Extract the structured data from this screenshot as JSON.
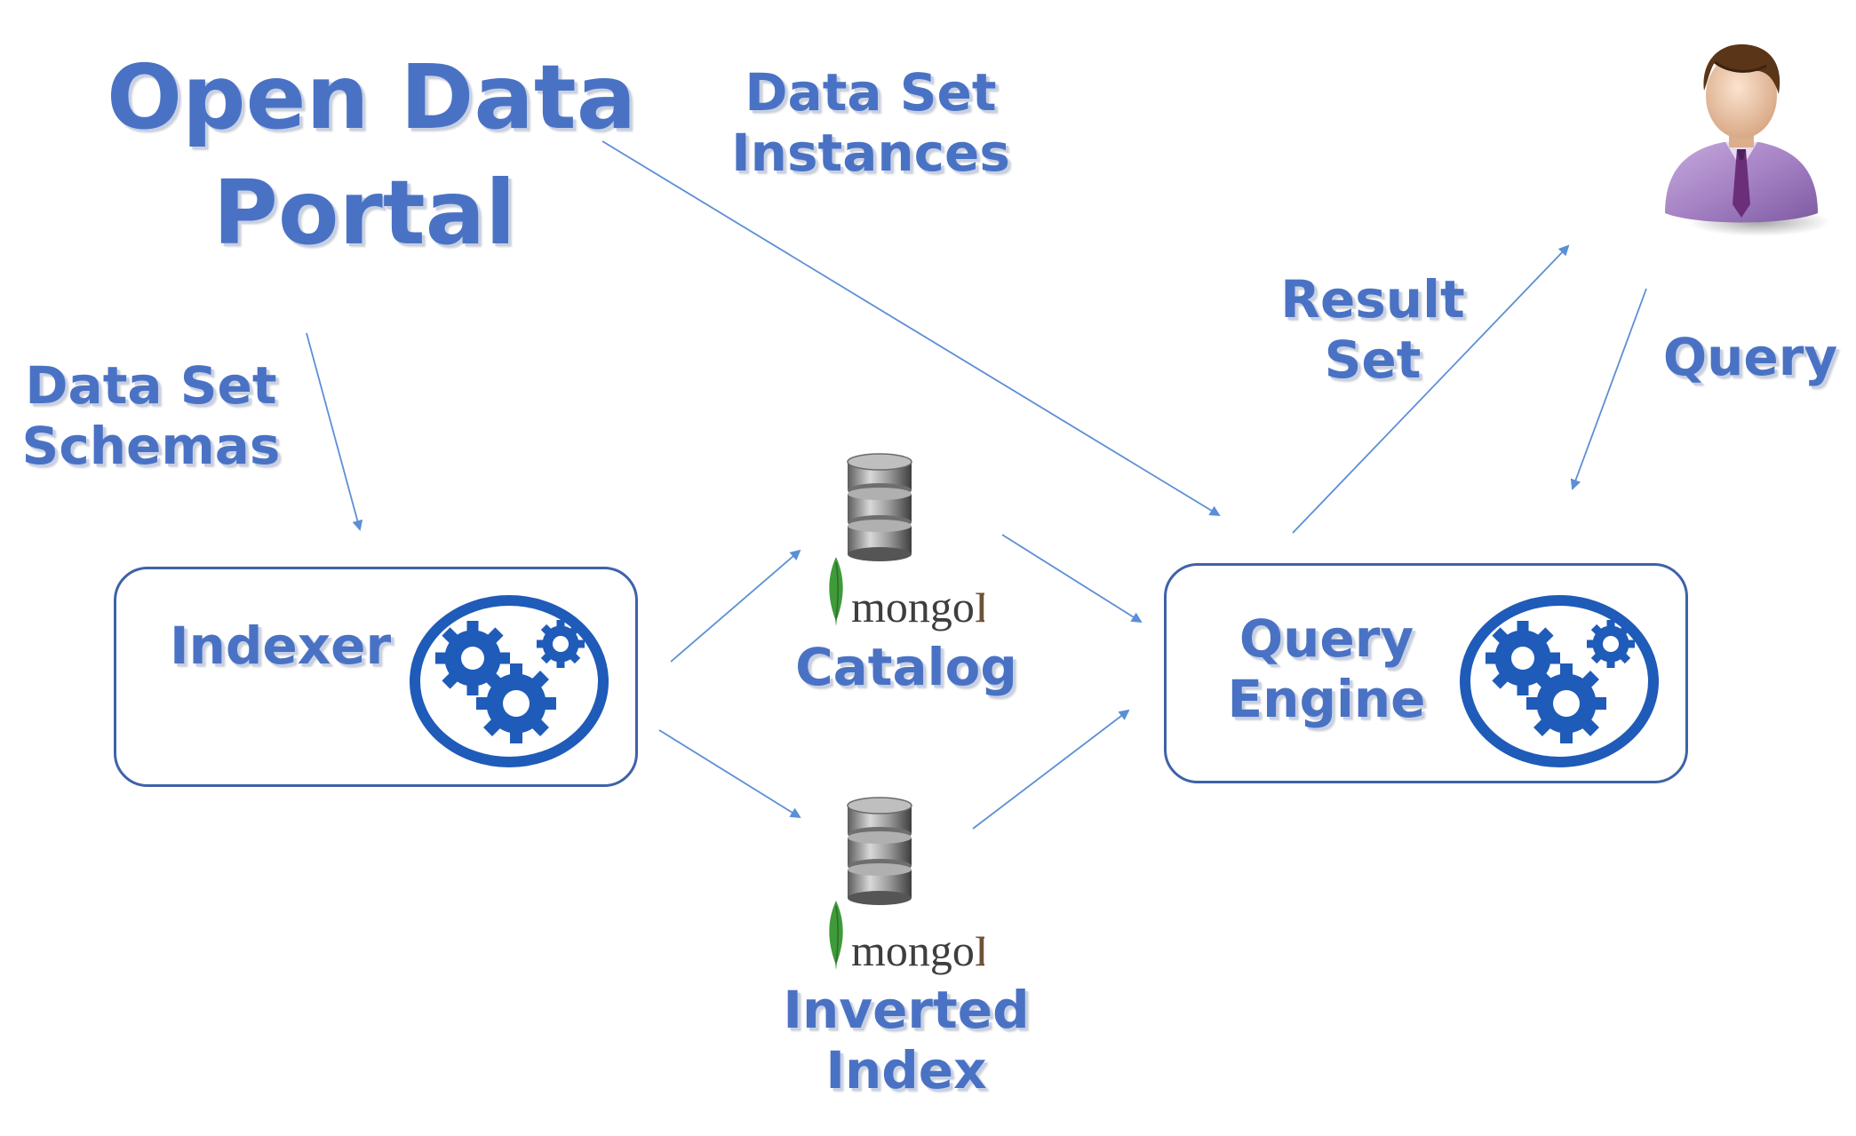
{
  "diagram": {
    "title_line1": "Open Data",
    "title_line2": "Portal",
    "edge_labels": {
      "instances_line1": "Data Set",
      "instances_line2": "Instances",
      "schemas_line1": "Data Set",
      "schemas_line2": "Schemas",
      "result_line1": "Result",
      "result_line2": "Set",
      "query": "Query"
    },
    "nodes": {
      "indexer": "Indexer",
      "query_engine_line1": "Query",
      "query_engine_line2": "Engine",
      "catalog": "Catalog",
      "inverted_index_line1": "Inverted",
      "inverted_index_line2": "Index"
    },
    "db_logo": {
      "mongo": "mongo",
      "db": "DB"
    },
    "icons": [
      "gears-icon",
      "database-icon",
      "mongodb-leaf-icon",
      "user-icon"
    ],
    "colors": {
      "label_blue": "#4a72c4",
      "box_border": "#3e62a8",
      "gear_blue": "#1f5bb8",
      "arrow_blue": "#5b8fd6",
      "mongo_green": "#3f9a3a"
    }
  }
}
